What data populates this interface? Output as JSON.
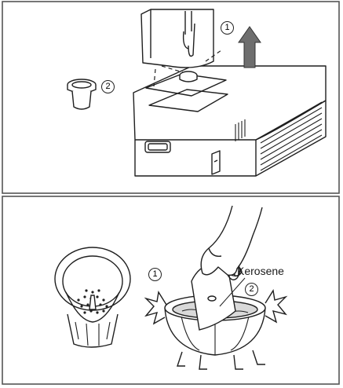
{
  "top_panel": {
    "step_lift": "1",
    "step_cap": "2"
  },
  "bottom_panel": {
    "step_filter": "1",
    "step_dip": "2",
    "liquid_label": "Kerosene"
  },
  "colors": {
    "line": "#1f1f1f",
    "border": "#555555",
    "arrow_fill": "#6e6e6e",
    "liquid": "#d9d9d9"
  },
  "icons": {
    "lift_arrow": "arrow-up-icon",
    "cap": "fuel-cap-icon",
    "filter": "filter-cup-icon",
    "bowl": "kerosene-bowl-icon",
    "hand": "hand-icon",
    "sparkle": "sparkle-icon"
  }
}
